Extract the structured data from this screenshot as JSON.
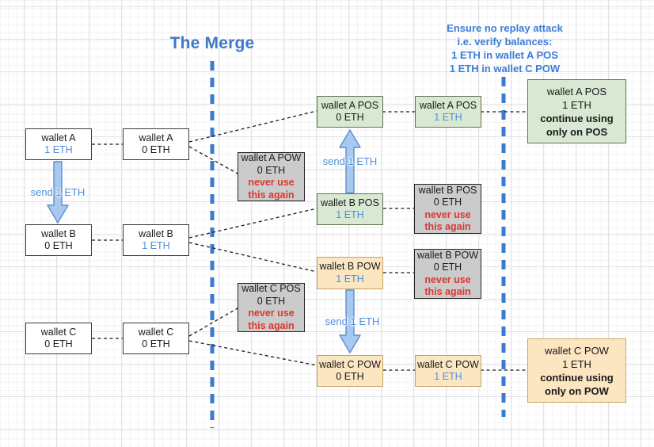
{
  "title": "The Merge",
  "annotation": {
    "line1": "Ensure no replay attack",
    "line2": "i.e. verify balances:",
    "line3": "1 ETH in wallet A POS",
    "line4": "1 ETH in wallet C POW"
  },
  "arrows": [
    {
      "label": "send 1 ETH"
    },
    {
      "label": "send 1 ETH"
    },
    {
      "label": "send 1 ETH"
    }
  ],
  "boxes": [
    {
      "name": "wallet A",
      "balance": "1 ETH"
    },
    {
      "name": "wallet A",
      "balance": "0 ETH"
    },
    {
      "name": "wallet B",
      "balance": "0 ETH"
    },
    {
      "name": "wallet B",
      "balance": "1 ETH"
    },
    {
      "name": "wallet C",
      "balance": "0 ETH"
    },
    {
      "name": "wallet C",
      "balance": "0 ETH"
    },
    {
      "name": "wallet A POS",
      "balance": "0 ETH"
    },
    {
      "name": "wallet A POS",
      "balance": "1 ETH"
    },
    {
      "name": "wallet A POW",
      "balance": "0 ETH",
      "note1": "never use",
      "note2": "this again"
    },
    {
      "name": "wallet B POS",
      "balance": "1 ETH"
    },
    {
      "name": "wallet B POS",
      "balance": "0 ETH",
      "note1": "never use",
      "note2": "this again"
    },
    {
      "name": "wallet B POW",
      "balance": "1 ETH"
    },
    {
      "name": "wallet B POW",
      "balance": "0 ETH",
      "note1": "never use",
      "note2": "this again"
    },
    {
      "name": "wallet C POS",
      "balance": "0 ETH",
      "note1": "never use",
      "note2": "this again"
    },
    {
      "name": "wallet C POW",
      "balance": "0 ETH"
    },
    {
      "name": "wallet C POW",
      "balance": "1 ETH"
    },
    {
      "name": "wallet A POS",
      "balance": "1 ETH",
      "note1": "continue using",
      "note2": "only on POS"
    },
    {
      "name": "wallet C POW",
      "balance": "1 ETH",
      "note1": "continue using",
      "note2": "only on POW"
    }
  ],
  "colors": {
    "accent_blue_text": "#4a91dd",
    "title_blue": "#3b79c9",
    "divider_blue": "#3a7ad0",
    "warning_red": "#da382e",
    "pos_green_fill": "#d9e8d2",
    "pos_green_border": "#5f7259",
    "pow_orange_fill": "#fce5c1",
    "pow_orange_border": "#c8a263",
    "dead_gray_fill": "#cbcbcb",
    "arrow_fill": "#a7c9ef",
    "arrow_border": "#5a90cd"
  }
}
